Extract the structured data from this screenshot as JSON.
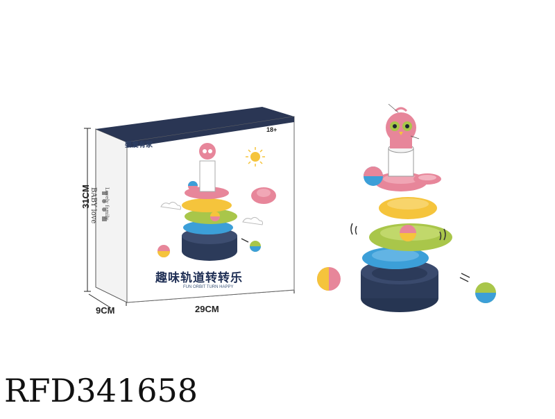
{
  "product_code": "RFD341658",
  "dimensions": {
    "height": "31CM",
    "width": "29CM",
    "depth": "9CM"
  },
  "box": {
    "brand": "婴爱有家",
    "age_label": "18+",
    "title_cn": "趣味轨道转转乐",
    "subtitle_en": "FUN ORBIT TURN HAPPY",
    "side_text": "BABY love",
    "side_subtext": "Lovely family"
  },
  "colors": {
    "box_navy": "#2a3654",
    "track_pink": "#e7869a",
    "track_yellow": "#f5c43c",
    "track_green": "#a9c64a",
    "track_blue": "#3c9fd8",
    "base_navy": "#2c3b5a"
  },
  "icons": [
    "sun-icon",
    "cloud-icon",
    "ball-icon",
    "owl-head-icon"
  ]
}
